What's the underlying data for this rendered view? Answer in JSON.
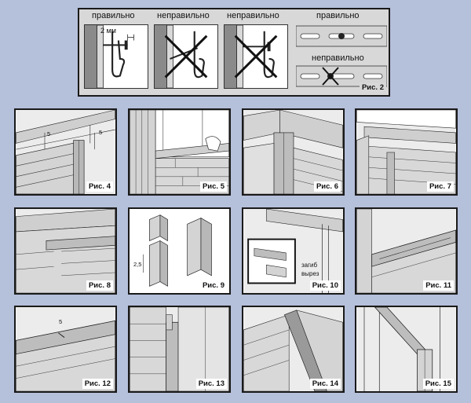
{
  "fig2": {
    "label": "Рис. 2",
    "captions": [
      "правильно",
      "неправильно",
      "неправильно",
      "правильно",
      "неправильно"
    ],
    "gap_label": "2 мм"
  },
  "figures": [
    {
      "id": "fig4",
      "label": "Рис. 4"
    },
    {
      "id": "fig5",
      "label": "Рис. 5"
    },
    {
      "id": "fig6",
      "label": "Рис. 6"
    },
    {
      "id": "fig7",
      "label": "Рис. 7"
    },
    {
      "id": "fig8",
      "label": "Рис. 8"
    },
    {
      "id": "fig9",
      "label": "Рис. 9"
    },
    {
      "id": "fig10",
      "label": "Рис. 10"
    },
    {
      "id": "fig11",
      "label": "Рис. 11"
    },
    {
      "id": "fig12",
      "label": "Рис. 12"
    },
    {
      "id": "fig13",
      "label": "Рис. 13"
    },
    {
      "id": "fig14",
      "label": "Рис. 14"
    },
    {
      "id": "fig15",
      "label": "Рис. 15"
    }
  ],
  "annotations": {
    "fig4_dim_a": "5",
    "fig4_dim_b": "5",
    "fig9_dim": "2,5",
    "fig10_bend": "загиб",
    "fig10_cut": "вырез",
    "fig12_dim": "5"
  },
  "colors": {
    "background": "#b5c0da",
    "panel": "#d4d4d4",
    "panel_dark": "#9a9a9a",
    "line": "#1a1a1a"
  }
}
